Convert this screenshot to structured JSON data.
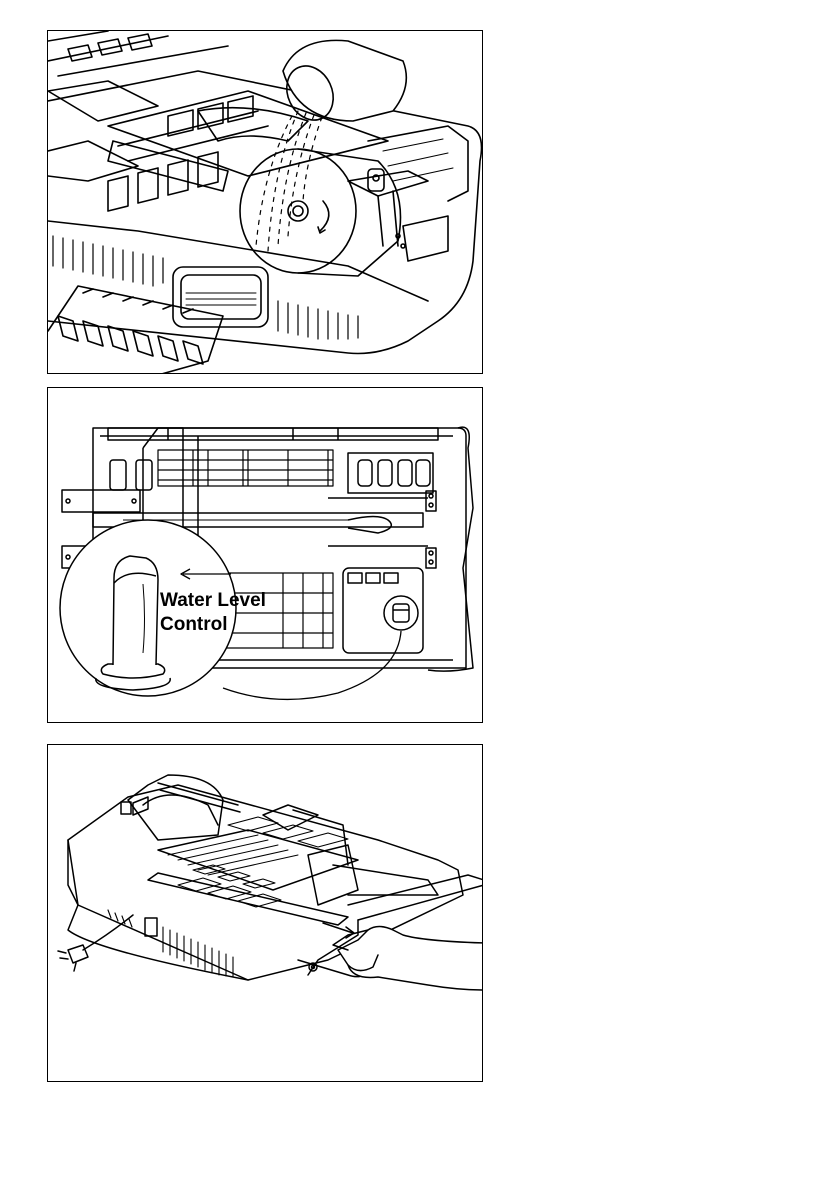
{
  "figures": [
    {
      "id": "fig-fill-water",
      "icon": "illustration-pouring-water-into-dryer"
    },
    {
      "id": "fig-water-level",
      "icon": "illustration-water-level-control",
      "callout": {
        "line1": "Water Level",
        "line2": "Control"
      }
    },
    {
      "id": "fig-remove-tray",
      "icon": "illustration-removing-drip-tray"
    }
  ],
  "colors": {
    "ink": "#000000",
    "paper": "#ffffff"
  }
}
